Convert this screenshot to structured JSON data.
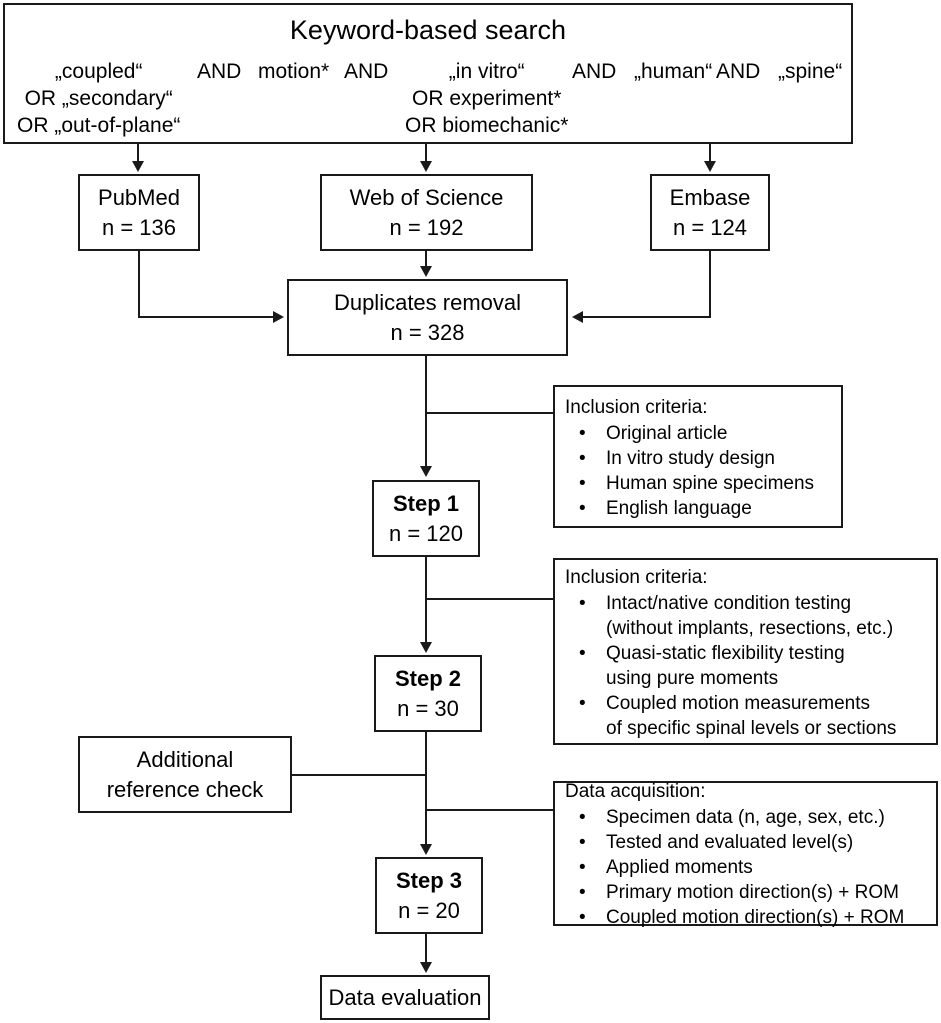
{
  "header": {
    "title": "Keyword-based search",
    "query_columns": [
      {
        "lines": [
          "„coupled“",
          "OR „secondary“",
          "OR „out-of-plane“"
        ]
      },
      {
        "lines": [
          "AND"
        ]
      },
      {
        "lines": [
          "motion*"
        ]
      },
      {
        "lines": [
          "AND"
        ]
      },
      {
        "lines": [
          "„in vitro“",
          "OR experiment*",
          "OR biomechanic*"
        ]
      },
      {
        "lines": [
          "AND"
        ]
      },
      {
        "lines": [
          "„human“"
        ]
      },
      {
        "lines": [
          "AND"
        ]
      },
      {
        "lines": [
          "„spine“"
        ]
      }
    ],
    "col1_line1": "„coupled“",
    "col1_line2": "OR „secondary“",
    "col1_line3": "OR „out-of-plane“",
    "and1": "AND",
    "col2_line1": "motion*",
    "and2": "AND",
    "col3_line1": "„in vitro“",
    "col3_line2": "OR experiment*",
    "col3_line3": "OR biomechanic*",
    "and3": "AND",
    "col4_line1": "„human“",
    "and4": "AND",
    "col5_line1": "„spine“"
  },
  "databases": [
    {
      "name": "PubMed",
      "count": "n = 136"
    },
    {
      "name": "Web of Science",
      "count": "n = 192"
    },
    {
      "name": "Embase",
      "count": "n = 124"
    }
  ],
  "duplicates": {
    "label": "Duplicates removal",
    "count": "n = 328"
  },
  "steps": [
    {
      "title": "Step 1",
      "count": "n = 120"
    },
    {
      "title": "Step 2",
      "count": "n = 30"
    },
    {
      "title": "Step 3",
      "count": "n = 20"
    }
  ],
  "additional_reference_check": {
    "line1": "Additional",
    "line2": "reference check"
  },
  "data_evaluation": {
    "label": "Data evaluation"
  },
  "criteria_panels": [
    {
      "heading": "Inclusion criteria:",
      "items": [
        {
          "text": "Original article"
        },
        {
          "text": "In vitro study design"
        },
        {
          "text": "Human spine specimens"
        },
        {
          "text": "English language"
        }
      ]
    },
    {
      "heading": "Inclusion criteria:",
      "items": [
        {
          "text": "Intact/native condition testing",
          "cont": "(without implants, resections, etc.)"
        },
        {
          "text": "Quasi-static flexibility testing",
          "cont": "using pure moments"
        },
        {
          "text": "Coupled motion measurements",
          "cont": "of specific spinal levels or sections"
        }
      ]
    },
    {
      "heading": "Data acquisition:",
      "items": [
        {
          "text": "Specimen data (n, age, sex, etc.)"
        },
        {
          "text": "Tested and evaluated level(s)"
        },
        {
          "text": "Applied moments"
        },
        {
          "text": "Primary motion direction(s) + ROM"
        },
        {
          "text": "Coupled motion direction(s) + ROM"
        }
      ]
    }
  ],
  "style": {
    "stroke": "#1a1a1a",
    "background": "#ffffff",
    "bullet_glyph": "•"
  }
}
